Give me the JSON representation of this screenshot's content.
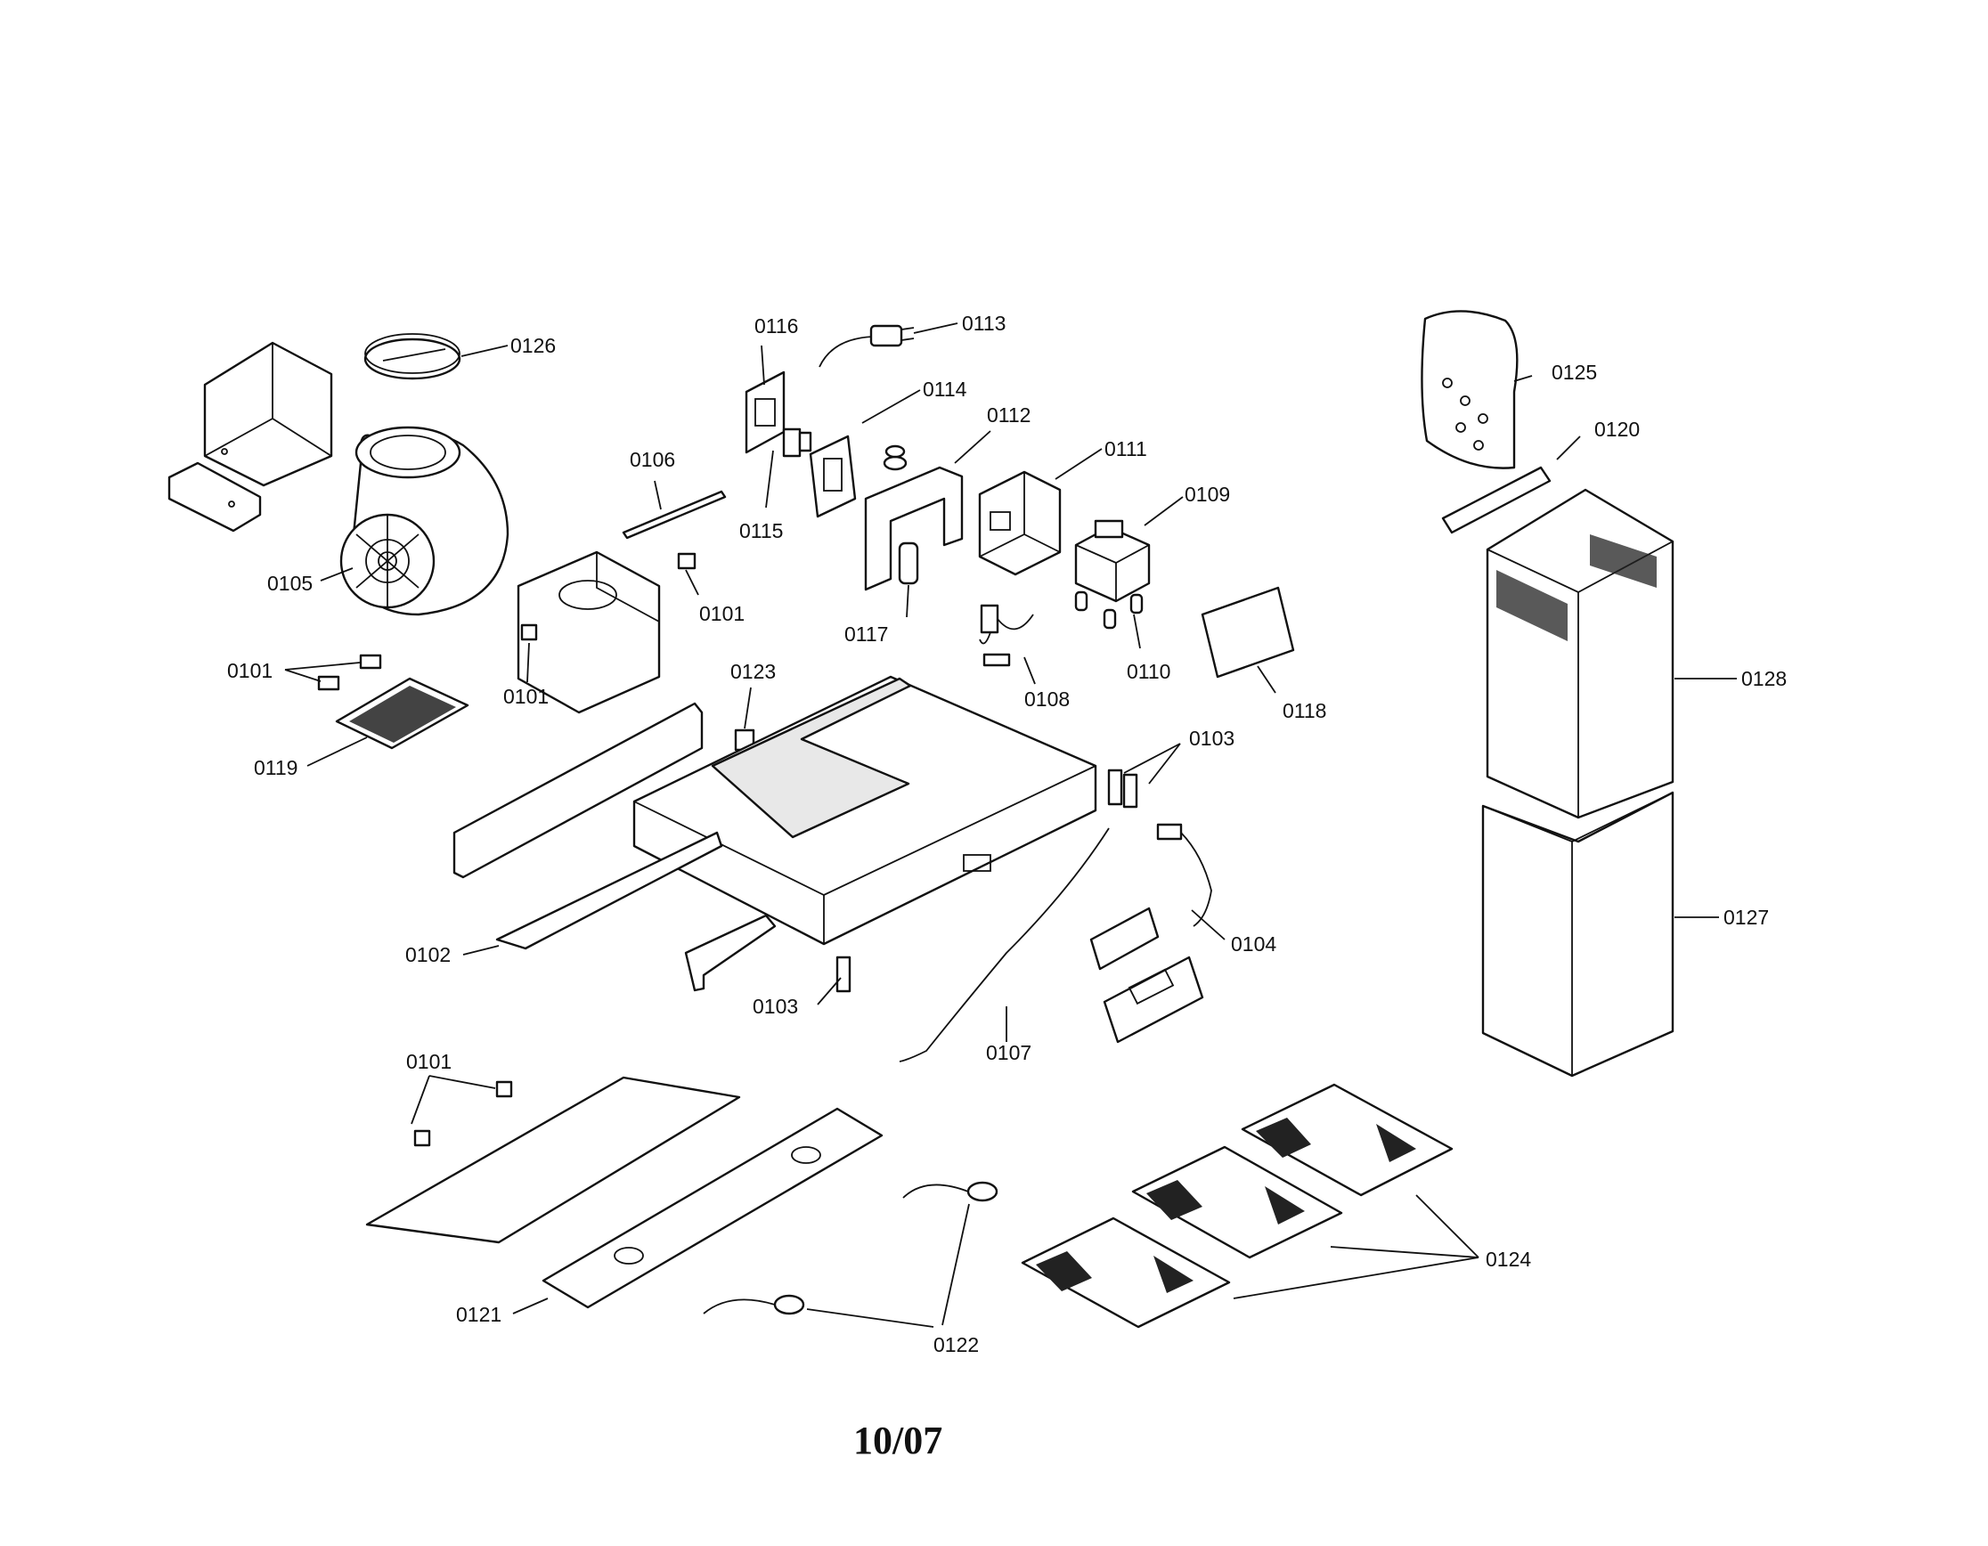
{
  "labels": {
    "p0101a": "0101",
    "p0101b": "0101",
    "p0101c": "0101",
    "p0101d": "0101",
    "p0102": "0102",
    "p0103a": "0103",
    "p0103b": "0103",
    "p0104": "0104",
    "p0105": "0105",
    "p0106": "0106",
    "p0107": "0107",
    "p0108": "0108",
    "p0109": "0109",
    "p0110": "0110",
    "p0111": "0111",
    "p0112": "0112",
    "p0113": "0113",
    "p0114": "0114",
    "p0115": "0115",
    "p0116": "0116",
    "p0117": "0117",
    "p0118": "0118",
    "p0119": "0119",
    "p0120": "0120",
    "p0121": "0121",
    "p0122": "0122",
    "p0123": "0123",
    "p0124": "0124",
    "p0125": "0125",
    "p0126": "0126",
    "p0127": "0127",
    "p0128": "0128"
  },
  "footer": {
    "date": "10/07"
  }
}
